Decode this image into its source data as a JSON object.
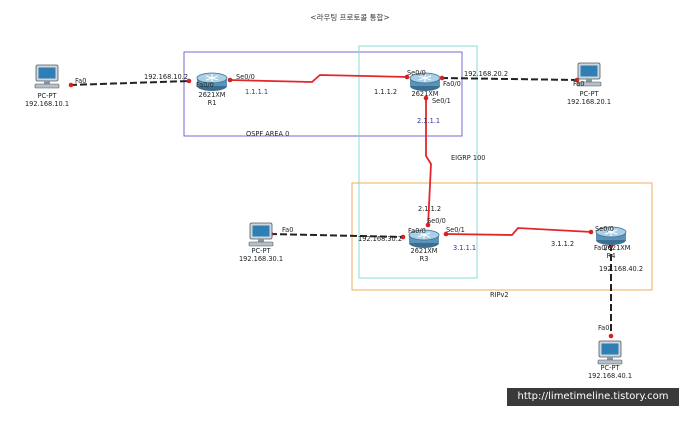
{
  "title": "<라우팅 프로토콜 통합>",
  "areas": {
    "ospf": "OSPF AREA 0",
    "eigrp": "EIGRP 100",
    "rip": "RIPv2"
  },
  "routers": {
    "r1": {
      "model": "2621XM",
      "name": "R1"
    },
    "r2": {
      "model": "2621XM",
      "name": ""
    },
    "r3": {
      "model": "2621XM",
      "name": "R3"
    },
    "r4": {
      "model": "2621XM",
      "name": "R4"
    }
  },
  "pcs": {
    "pc1": {
      "type": "PC-PT",
      "ip": "192.168.10.1",
      "port": "Fa0"
    },
    "pc2": {
      "type": "PC-PT",
      "ip": "192.168.20.1",
      "port": "Fa0"
    },
    "pc3": {
      "type": "PC-PT",
      "ip": "192.168.30.1",
      "port": "Fa0"
    },
    "pc4": {
      "type": "PC-PT",
      "ip": "192.168.40.1",
      "port": "Fa0"
    }
  },
  "interfaces": {
    "r1_fa": "Fa0/0",
    "r1_se": "Se0/0",
    "r1_fa_ip": "192.168.10.2",
    "r1_se_ip": "1.1.1.1",
    "r2_se0": "Se0/0",
    "r2_fa": "Fa0/0",
    "r2_se1": "Se0/1",
    "r2_se0_ip": "1.1.1.2",
    "r2_fa_ip": "192.168.20.2",
    "r2_se1_ip": "2.1.1.1",
    "r3_se0": "Se0/0",
    "r3_fa": "Fa0/0",
    "r3_se1": "Se0/1",
    "r3_se0_ip": "2.1.1.2",
    "r3_fa_ip": "192.168.30.2",
    "r3_se1_ip": "3.1.1.1",
    "r4_se": "Se0/0",
    "r4_fa": "Fa0/0",
    "r4_se_ip": "3.1.1.2",
    "r4_fa_ip": "192.168.40.2"
  },
  "watermark": "http://limetimeline.tistory.com",
  "colors": {
    "serial_link": "#e3262a",
    "ethernet_link": "#222222",
    "ospf_box": "#6a5acd",
    "eigrp_box": "#7fd8cf",
    "rip_box": "#f0a64a",
    "port_dot": "#d81e1e"
  }
}
